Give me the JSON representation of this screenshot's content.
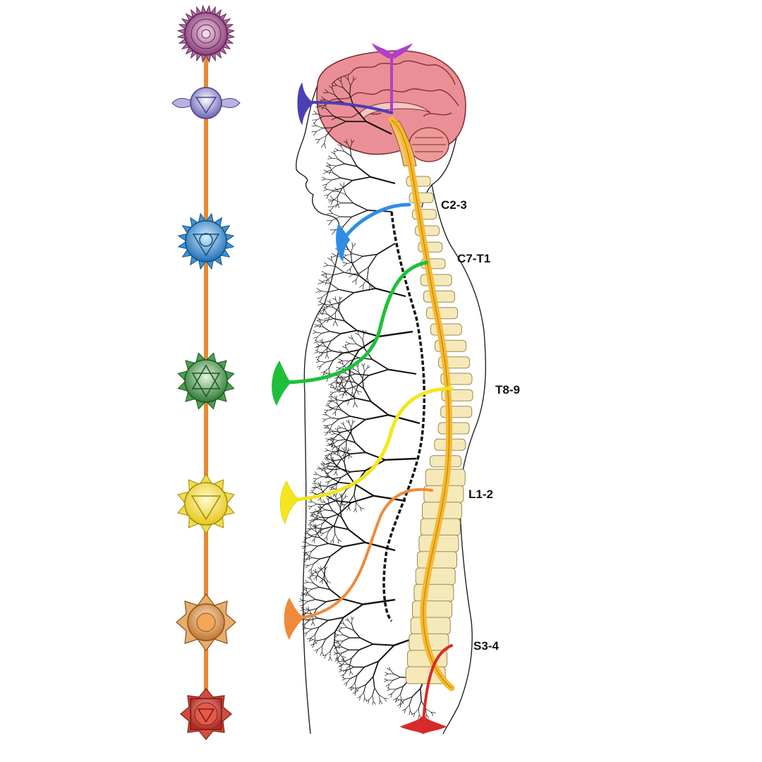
{
  "labels": {
    "c2_3": "C2-3",
    "c7_t1": "C7-T1",
    "t8_9": "T8-9",
    "l1_2": "L1-2",
    "s3_4": "S3-4"
  },
  "colors": {
    "chakra_line": "#e8892f",
    "crown": "#a2578f",
    "third_eye": "#7d77c2",
    "throat": "#2f8fd2",
    "heart": "#3f9a45",
    "solar_plexus": "#f2df2a",
    "sacral": "#d98a3a",
    "root": "#c8322c",
    "spinal_cord": "#f7b92e",
    "brain": "#ea8f95",
    "vertebra": "#f6e9b9",
    "nerve_violet": "#b03fc9",
    "nerve_indigo": "#4b3fb6",
    "nerve_blue": "#2f8de8",
    "nerve_green": "#1fbf3a",
    "nerve_yellow": "#f3e61c",
    "nerve_orange": "#ef8a3a",
    "nerve_red": "#d92a2a"
  },
  "chakras": [
    {
      "name": "crown",
      "icon": "lotus-thousand-petal-icon"
    },
    {
      "name": "third-eye",
      "icon": "two-petal-lotus-icon"
    },
    {
      "name": "throat",
      "icon": "circle-triangle-icon"
    },
    {
      "name": "heart",
      "icon": "hexagram-icon"
    },
    {
      "name": "solar-plexus",
      "icon": "down-triangle-icon"
    },
    {
      "name": "sacral",
      "icon": "crescent-lotus-icon"
    },
    {
      "name": "root",
      "icon": "square-triangle-icon"
    }
  ]
}
